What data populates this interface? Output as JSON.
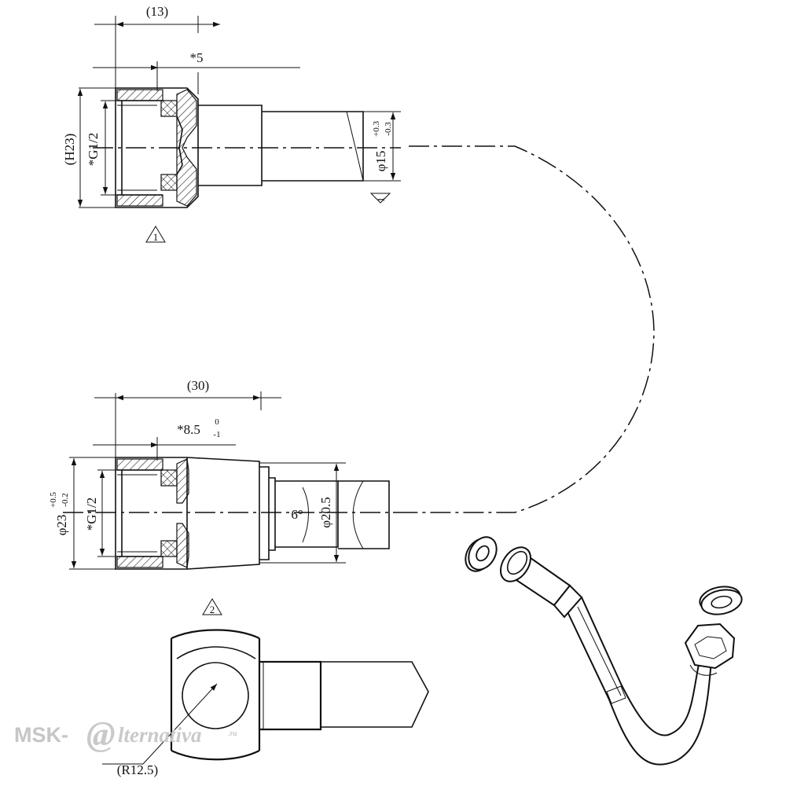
{
  "top_fitting": {
    "dim_length": "(13)",
    "dim_depth": "*5",
    "dim_height": "(H23)",
    "dim_thread": "*G1/2",
    "dim_dia_base": "φ15",
    "dim_dia_tol_upper": "+0.3",
    "dim_dia_tol_lower": "-0.3",
    "note_marker_a": "1",
    "note_marker_b": "1"
  },
  "bottom_fitting": {
    "dim_length": "(30)",
    "dim_depth_base": "*8.5",
    "dim_depth_tol_upper": "0",
    "dim_depth_tol_lower": "-1",
    "dim_dia_base": "φ23",
    "dim_dia_tol_upper": "+0.5",
    "dim_dia_tol_lower": "-0.2",
    "dim_thread": "*G1/2",
    "dim_angle": "6°",
    "dim_neck": "φ20.5",
    "note_marker": "2"
  },
  "detail_view": {
    "dim_radius": "(R12.5)"
  },
  "watermark": {
    "prefix": "MSK-",
    "at_glyph": "@",
    "suffix": "lternativa",
    "domain": ".ru"
  }
}
